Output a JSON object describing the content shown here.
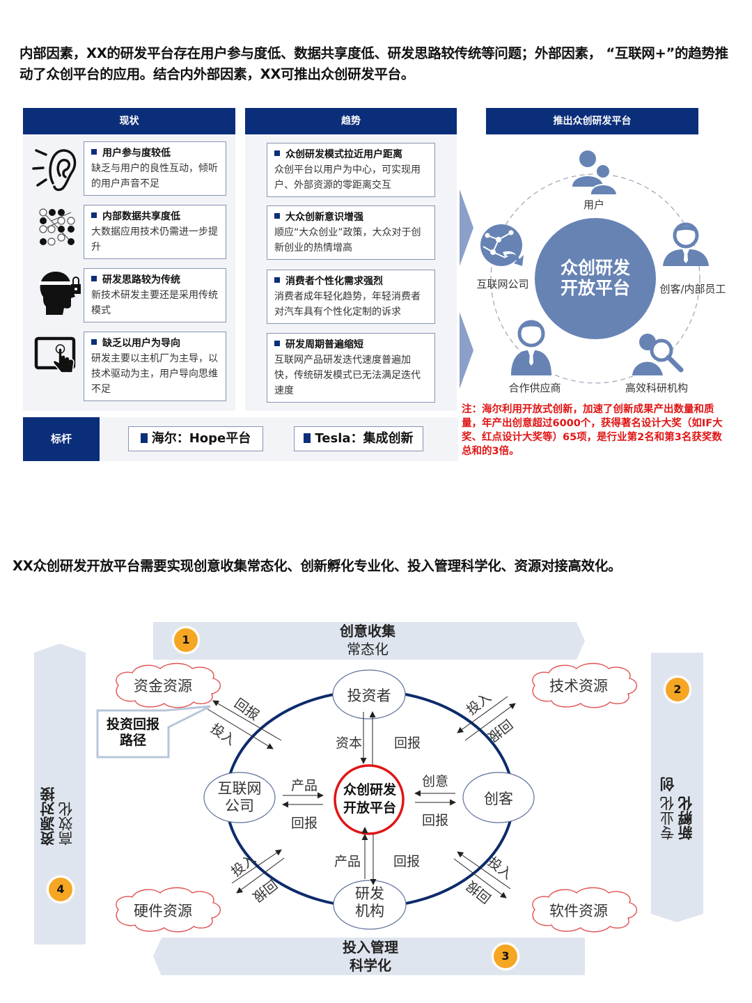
{
  "section1": {
    "headline": "内部因素，XX的研发平台存在用户参与度低、数据共享度低、研发思路较传统等问题；外部因素， “互联网+”的趋势推动了众创平台的应用。结合内外部因素，XX可推出众创研发平台。",
    "columns": {
      "status": {
        "title": "现状",
        "items": [
          {
            "icon": "ear-icon",
            "title": "用户参与度较低",
            "body": "缺乏与用户的良性互动，倾听的用户声音不足"
          },
          {
            "icon": "data-network-icon",
            "title": "内部数据共享度低",
            "body": "大数据应用技术仍需进一步提升"
          },
          {
            "icon": "locked-head-icon",
            "title": "研发思路较为传统",
            "body": "新技术研发主要还是采用传统模式"
          },
          {
            "icon": "touch-tablet-icon",
            "title": "缺乏以用户为导向",
            "body": "研发主要以主机厂为主导，以技术驱动为主，用户导向思维不足"
          }
        ]
      },
      "trend": {
        "title": "趋势",
        "items": [
          {
            "title": "众创研发模式拉近用户距离",
            "body": "众创平台以用户为中心，可实现用户、外部资源的零距离交互"
          },
          {
            "title": "大众创新意识增强",
            "body": "顺应“大众创业”政策，大众对于创新创业的热情增高"
          },
          {
            "title": "消费者个性化需求强烈",
            "body": "消费者成年轻化趋势，年轻消费者对汽车具有个性化定制的诉求"
          },
          {
            "title": "研发周期普遍缩短",
            "body": "互联网产品研发迭代速度普遍加快，传统研发模式已无法满足迭代速度"
          }
        ]
      },
      "platform": {
        "title": "推出众创研发平台",
        "center": [
          "众创研发",
          "开放平台"
        ],
        "nodes": [
          {
            "icon": "users-icon",
            "label": "用户"
          },
          {
            "icon": "employee-icon",
            "label": "创客/内部员工"
          },
          {
            "icon": "researcher-magnifier-icon",
            "label": "高效科研机构"
          },
          {
            "icon": "supplier-person-icon",
            "label": "合作供应商"
          },
          {
            "icon": "globe-network-icon",
            "label": "互联网公司"
          }
        ]
      }
    },
    "benchmark": {
      "label": "标杆",
      "items": [
        "海尔：Hope平台",
        "Tesla：集成创新"
      ]
    },
    "note": "注：海尔利用开放式创新，加速了创新成果产出数量和质量，年产出创意超过6000个，获得著名设计大奖（如IF大奖、红点设计大奖等）65项，是行业第2名和第3名获奖数总和的3倍。",
    "colors": {
      "navy": "#0b2e7a",
      "node_blue": "#6683b4",
      "note_red": "#e01515"
    }
  },
  "section2": {
    "headline": "XX众创研发开放平台需要实现创意收集常态化、创新孵化专业化、投入管理科学化、资源对接高效化。",
    "bands": {
      "top": {
        "number": "1",
        "line1": "创意收集",
        "line2": "常态化"
      },
      "right": {
        "number": "2",
        "line1": "创新孵化",
        "line2": "专业化"
      },
      "bottom": {
        "number": "3",
        "line1": "投入管理",
        "line2": "科学化"
      },
      "left": {
        "number": "4",
        "line1": "资源对接",
        "line2": "高效化"
      }
    },
    "center": [
      "众创研发",
      "开放平台"
    ],
    "nodes": {
      "top": "投资者",
      "left": [
        "互联网",
        "公司"
      ],
      "right": "创客",
      "bottom": [
        "研发",
        "机构"
      ]
    },
    "flows": {
      "top_down": "资本",
      "top_up": "回报",
      "left_out": "产品",
      "left_back": "回报",
      "right_in": "创意",
      "right_back": "回报",
      "bottom_up": "产品",
      "bottom_back": "回报"
    },
    "resources": {
      "tl": "资金资源",
      "tr": "技术资源",
      "bl": "硬件资源",
      "br": "软件资源"
    },
    "diag_labels": {
      "invest": "投入",
      "return": "回报"
    },
    "callout": [
      "投资回报",
      "路径"
    ],
    "colors": {
      "ring": "#0c2b6b",
      "center_ring": "#e01515",
      "cloud": "#e05050",
      "band": "#dfe5ee",
      "badge": "#f5a623"
    }
  }
}
